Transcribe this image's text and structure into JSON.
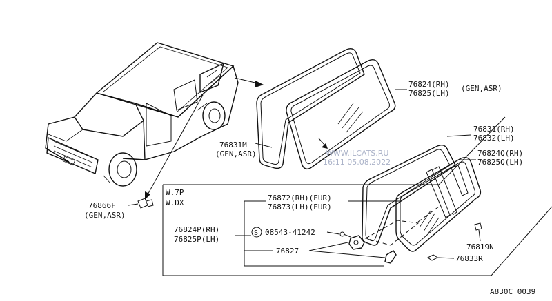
{
  "labels": {
    "p76824_rh": "76824(RH)",
    "p76825_lh": "76825(LH)",
    "gen_asr_right": "(GEN,ASR)",
    "p76831m": "76831M",
    "gen_asr_mid": "(GEN,ASR)",
    "p76831_rh": "76831(RH)",
    "p76832_lh": "76832(LH)",
    "p76824q_rh": "76824Q(RH)",
    "p76825q_lh": "76825Q(LH)",
    "w7p": "W.7P",
    "wdx": "W.DX",
    "p76872": "76872(RH)(EUR)",
    "p76873": "76873(LH)(EUR)",
    "p76824p": "76824P(RH)",
    "p76825p": "76825P(LH)",
    "screw": "08543-41242",
    "screw_symbol": "S",
    "p76827": "76827",
    "p76819n": "76819N",
    "p76833r": "76833R",
    "p76866f": "76866F",
    "gen_asr_left": "(GEN,ASR)",
    "diagram_code": "A830C 0039"
  },
  "watermark": {
    "site": "WWW.ILCATS.RU",
    "timestamp": "16:11 05.08.2022"
  }
}
